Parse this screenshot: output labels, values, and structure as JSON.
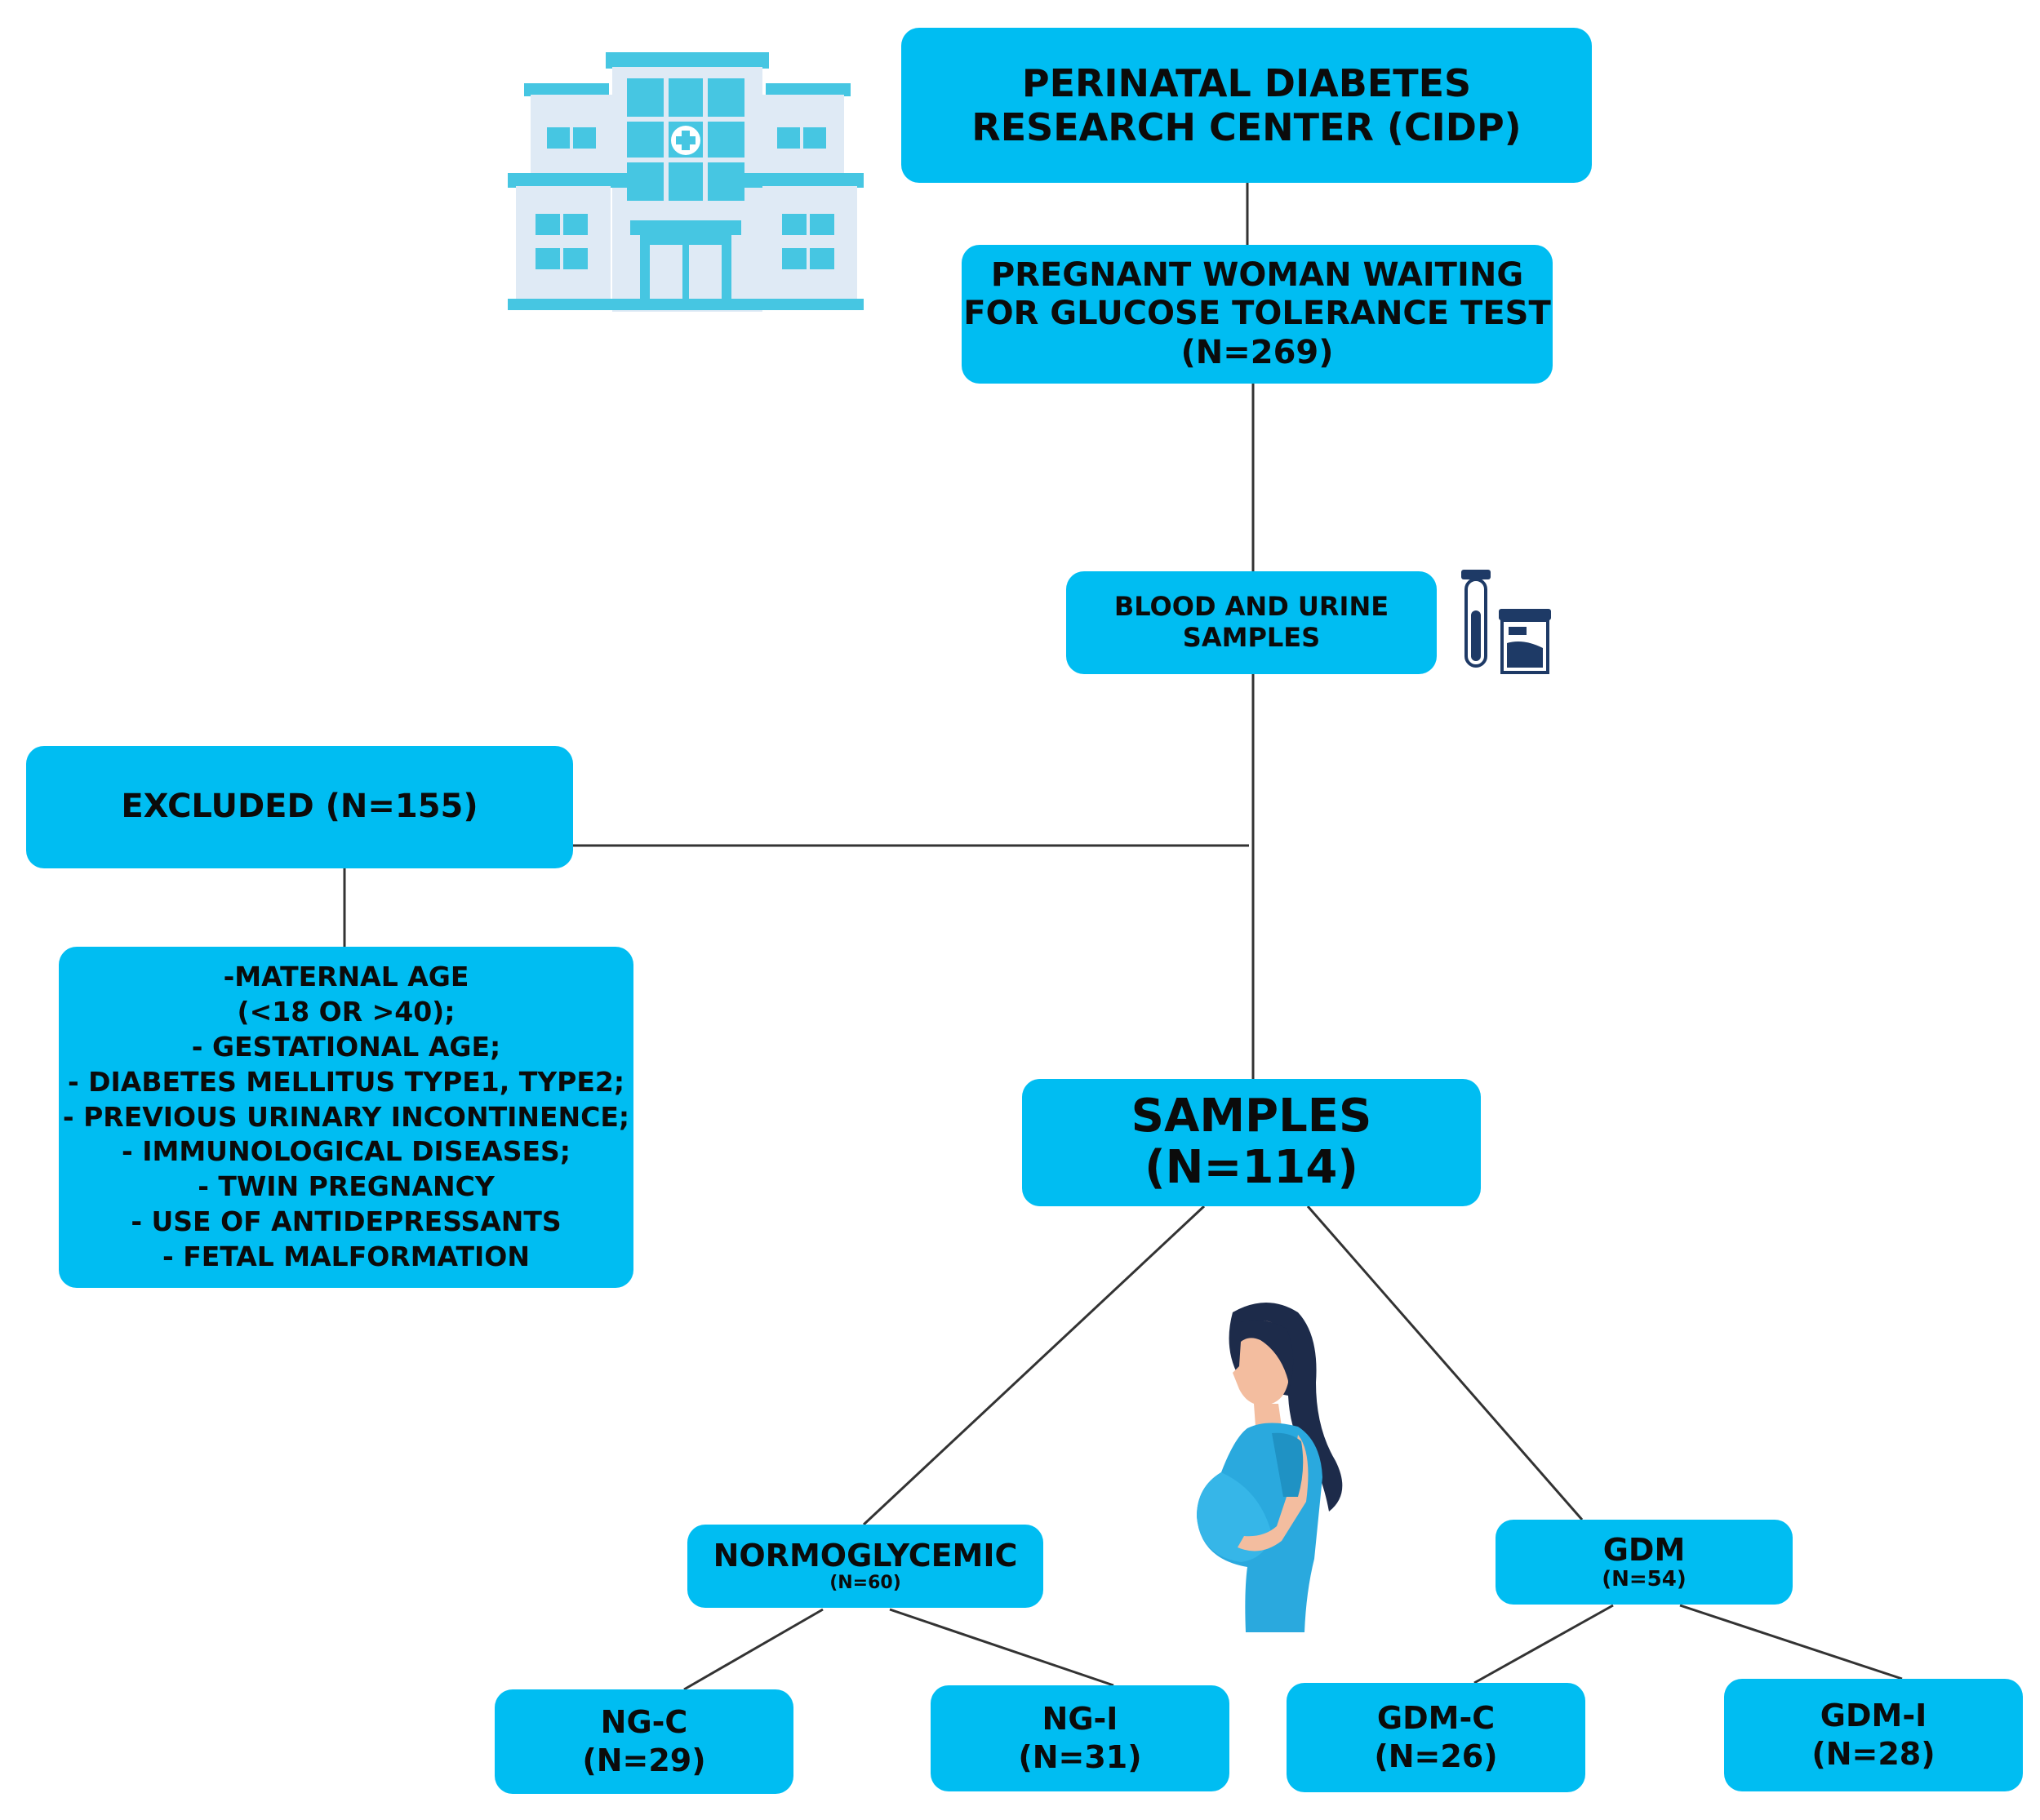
{
  "colors": {
    "box_fill": "#00bdf2",
    "connector": "#333333",
    "icon_primary": "#46c6e2",
    "icon_dark": "#1e3a66"
  },
  "icons": {
    "hospital": "hospital-building-icon",
    "samples": "test-tube-and-urine-cup-icon",
    "person": "pregnant-woman-icon"
  },
  "boxes": {
    "center": {
      "line1": "PERINATAL DIABETES",
      "line2": "RESEARCH CENTER (CIDP)"
    },
    "pregnant": {
      "line1": "PREGNANT WOMAN WAITING",
      "line2": "FOR GLUCOSE TOLERANCE TEST",
      "line3": "(N=269)"
    },
    "blood": {
      "line1": "BLOOD AND URINE",
      "line2": "SAMPLES"
    },
    "excluded": {
      "label": "EXCLUDED (N=155)"
    },
    "criteria": {
      "items": [
        "-MATERNAL AGE",
        "(<18 OR >40);",
        "- GESTATIONAL AGE;",
        "- DIABETES MELLITUS TYPE1, TYPE2;",
        "- PREVIOUS URINARY INCONTINENCE;",
        "- IMMUNOLOGICAL DISEASES;",
        "- TWIN PREGNANCY",
        "- USE OF ANTIDEPRESSANTS",
        "- FETAL MALFORMATION"
      ]
    },
    "samples": {
      "line1": "SAMPLES",
      "line2": "(N=114)"
    },
    "normo": {
      "line1": "NORMOGLYCEMIC",
      "line2": "(N=60)"
    },
    "gdm": {
      "line1": "GDM",
      "line2": "(N=54)"
    },
    "ngc": {
      "line1": "NG-C",
      "line2": "(N=29)"
    },
    "ngi": {
      "line1": "NG-I",
      "line2": "(N=31)"
    },
    "gdmc": {
      "line1": "GDM-C",
      "line2": "(N=26)"
    },
    "gdmi": {
      "line1": "GDM-I",
      "line2": "(N=28)"
    }
  }
}
